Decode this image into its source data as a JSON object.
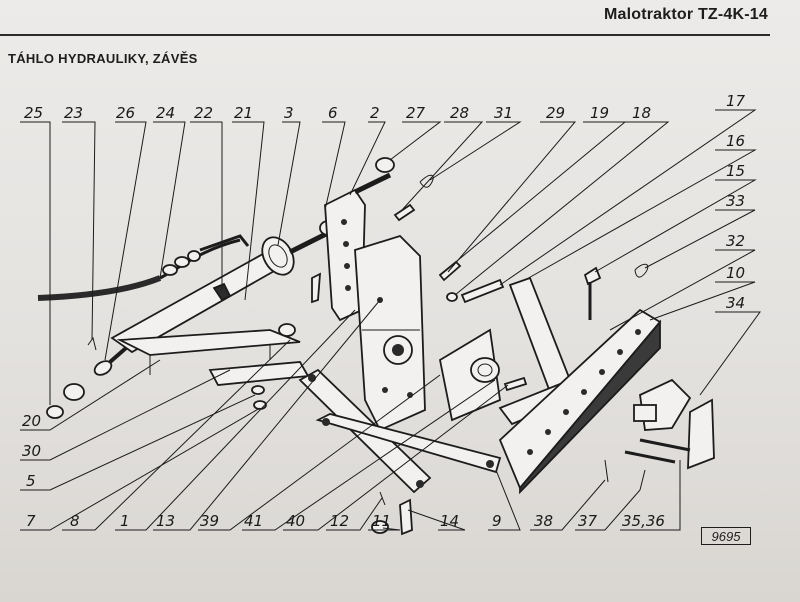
{
  "header": {
    "book_title": "Malotraktor TZ-4K-14",
    "section_title": "TÁHLO HYDRAULIKY, ZÁVĚS"
  },
  "figure": {
    "code": "9695",
    "callouts_top": [
      "25",
      "23",
      "26",
      "24",
      "22",
      "21",
      "3",
      "6",
      "2",
      "27",
      "28",
      "31",
      "29",
      "19",
      "18",
      "17",
      "16",
      "15",
      "33",
      "32",
      "10",
      "34"
    ],
    "callouts_bottom": [
      "20",
      "30",
      "5",
      "7",
      "8",
      "1",
      "13",
      "39",
      "41",
      "40",
      "12",
      "11",
      "14",
      "9",
      "38",
      "37",
      "35,36"
    ]
  }
}
